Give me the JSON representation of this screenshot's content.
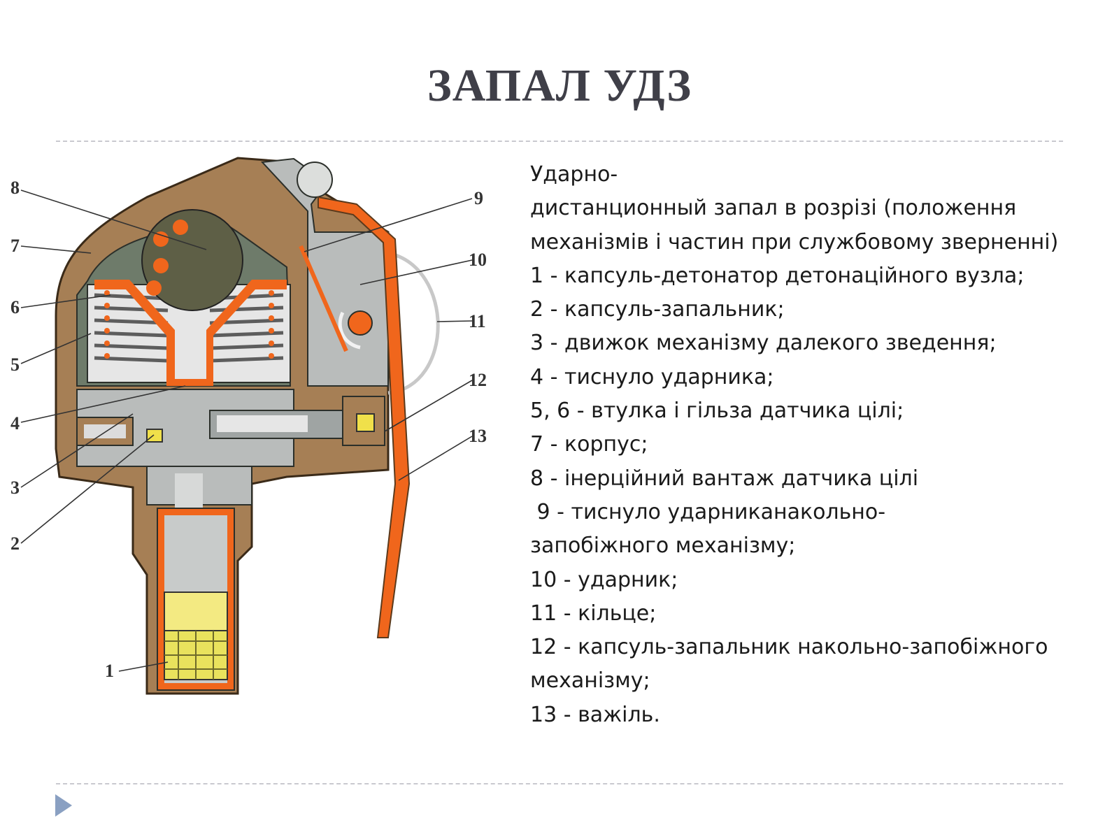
{
  "slide": {
    "title": "ЗАПАЛ УДЗ",
    "description_lines": [
      "Ударно-",
      "дистанционный запал в розрізі (положення",
      "механізмів і частин при службовому зверненні)",
      "1 - капсуль-детонатор детонаційного вузла;",
      "2 - капсуль-запальник;",
      "3 - движок механізму далекого зведення;",
      "4 - тиснуло ударника;",
      "5, 6 - втулка і гільза датчика цілі;",
      "7 - корпус;",
      "8 - інерційний вантаж датчика цілі",
      " 9 - тиснуло ударниканакольно-",
      "запобіжного механізму;",
      "10 - ударник;",
      "11 - кільце;",
      "12 - капсуль-запальник накольно-запобіжного",
      "механізму;",
      "13 - важіль."
    ]
  },
  "diagram": {
    "labels": [
      "1",
      "2",
      "3",
      "4",
      "5",
      "6",
      "7",
      "8",
      "9",
      "10",
      "11",
      "12",
      "13"
    ]
  },
  "colors": {
    "title": "#3f3f48",
    "body_brass": "#a67f55",
    "orange_part": "#f0661c",
    "gray_part": "#b9bcbb",
    "nav_arrow": "#8aa0c2"
  },
  "icons": {
    "nav": "play-triangle-icon"
  }
}
